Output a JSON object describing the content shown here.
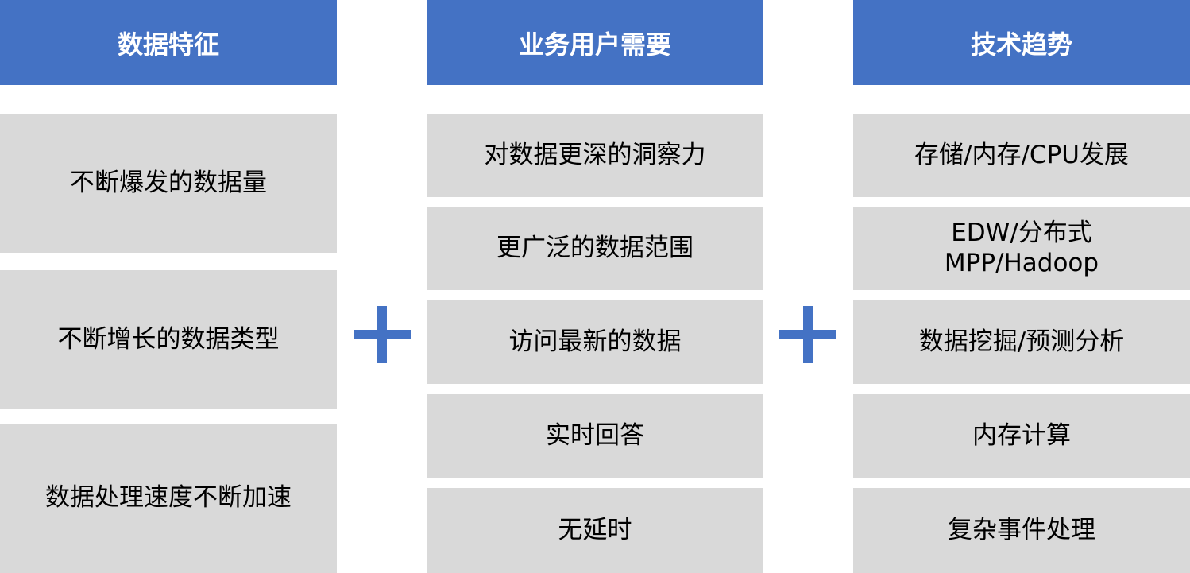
{
  "columns": [
    {
      "title": "数据特征",
      "items": [
        "不断爆发的数据量",
        "不断增长的数据类型",
        "数据处理速度不断加速"
      ]
    },
    {
      "title": "业务用户需要",
      "items": [
        "对数据更深的洞察力",
        "更广泛的数据范围",
        "访问最新的数据",
        "实时回答",
        "无延时"
      ]
    },
    {
      "title": "技术趋势",
      "items": [
        "存储/内存/CPU发展",
        "EDW/分布式\nMPP/Hadoop",
        "数据挖掘/预测分析",
        "内存计算",
        "复杂事件处理"
      ]
    }
  ],
  "colors": {
    "header_bg": "#4472C4",
    "cell_bg": "#D9D9D9",
    "plus": "#4472C4"
  }
}
